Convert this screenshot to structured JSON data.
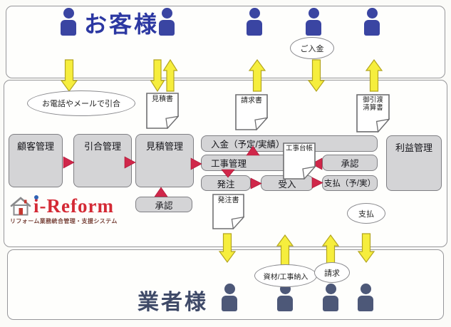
{
  "colors": {
    "customer_blue": "#3a45a2",
    "vendor_navy": "#4d5878",
    "arrow_yellow": "#f6ee3d",
    "arrow_red": "#d0274a",
    "box_fill": "#d4d4d6",
    "logo_red": "#d42a35",
    "logo_dot_blue": "#2f63b5"
  },
  "top_section": {
    "title": "お客様",
    "deposit_oval": "ご入金"
  },
  "flow": {
    "inquiry_oval": "お電話やメールで引合",
    "docs": {
      "estimate": "見積書",
      "invoice": "請求書",
      "handover_line1": "御引渡",
      "handover_line2": "清算書",
      "ledger": "工事台帳",
      "purchase_order": "発注書"
    },
    "boxes": {
      "customer_mgmt": "顧客管理",
      "inquiry_mgmt": "引合管理",
      "estimate_mgmt": "見積管理",
      "deposit": "入金（予定/実績）",
      "construction_mgmt": "工事管理",
      "order": "発注",
      "acceptance": "受入",
      "payment": "支払（予/実）",
      "approval_ledger": "承認",
      "profit_mgmt": "利益管理",
      "approval_estimate": "承認"
    },
    "payment_oval": "支払"
  },
  "logo": {
    "name_i": "i",
    "name_rest": "-Reform",
    "tagline": "リフォーム業務統合管理・支援システム"
  },
  "bottom_section": {
    "title": "業者様",
    "delivery_oval": "資材/工事納入",
    "billing_oval": "請求"
  }
}
